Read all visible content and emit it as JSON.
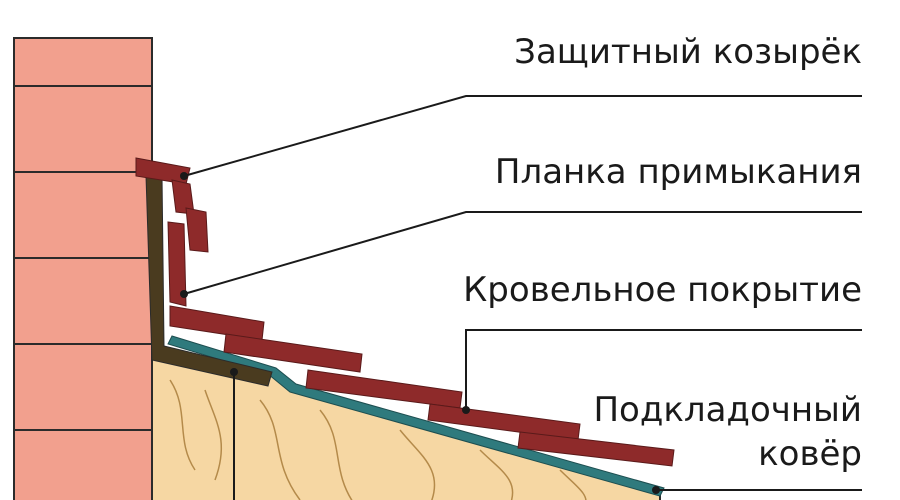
{
  "labels": {
    "protective_cap": "Защитный козырёк",
    "abutment_strip": "Планка примыкания",
    "roof_covering": "Кровельное покрытие",
    "underlay_line1": "Подкладочный",
    "underlay_line2": "ковёр"
  },
  "colors": {
    "brick": "#f2a08e",
    "brick_mortar": "#2b2b2b",
    "metal_strip": "#4a3b1f",
    "shingle": "#8e2a2a",
    "underlay": "#2f7a7d",
    "insulation": "#f6d7a3",
    "insulation_lines": "#b48a4a",
    "leader": "#1a1a1a"
  }
}
